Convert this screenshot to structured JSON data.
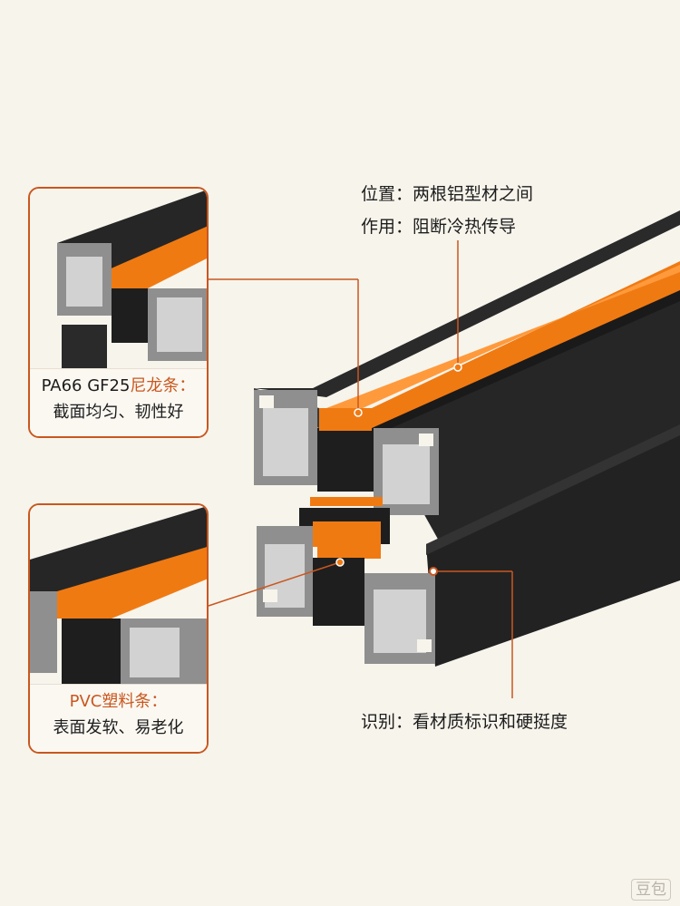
{
  "top_note": {
    "position": "位置：两根铝型材之间",
    "function": "作用：阻断冷热传导"
  },
  "nylon_callout": {
    "label_code": "PA66 GF25",
    "label_material": "尼龙条：",
    "description": "截面均匀、韧性好"
  },
  "pvc_callout": {
    "label_material": "PVC塑料条：",
    "description": "表面发软、易老化"
  },
  "identify_note": "识别：看材质标识和硬挺度",
  "watermark": "豆包",
  "colors": {
    "accent": "#c9571f",
    "strip_orange": "#f07a12",
    "profile_dark": "#2e2e2e",
    "aluminum": "#cfcfcf",
    "background": "#f7f4ec"
  }
}
